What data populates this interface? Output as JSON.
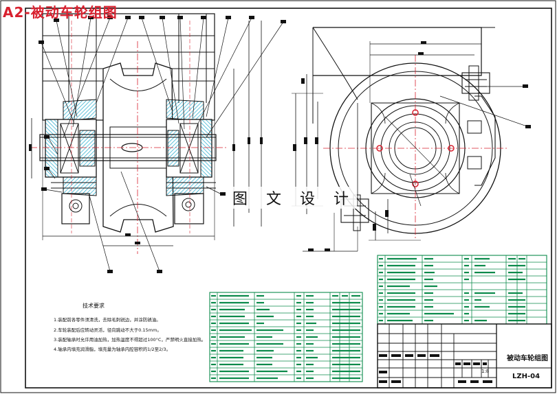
{
  "title": "A2-被动车轮组图",
  "watermark": "图 文 设 计",
  "tech_requirements": {
    "heading": "技术要求",
    "lines": [
      "1.装配前各零件须清洗，去除毛刺锐边，并涂防锈油。",
      "2.车轮装配后应转动灵活，径向跳动不大于0.15mm。",
      "3.装配轴承时允许用油加热，加热温度不得超过100°C，严禁明火直接加热。",
      "4.轴承内填充润滑脂，填充量为轴承内腔容积的1/2至2/3。"
    ]
  },
  "title_block": {
    "drawing_name": "被动车轮组图",
    "drawing_number": "LZH-04",
    "scale": "1:8"
  },
  "colors": {
    "title": "#d8202e",
    "lines": "#111111",
    "hatch": "#0fa3c8",
    "centerline": "#d8202e",
    "bolt": "#d8202e",
    "table": "#0a8a4a"
  }
}
